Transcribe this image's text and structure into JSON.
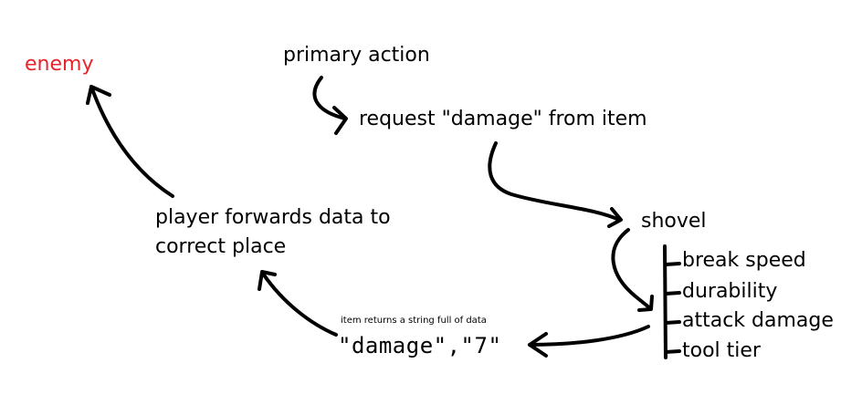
{
  "labels": {
    "enemy": "enemy",
    "primary_action": "primary action",
    "request": "request \"damage\" from item",
    "shovel": "shovel",
    "player_line1": "player forwards data to",
    "player_line2": "correct place",
    "item_returns": "item returns a string full of data",
    "data_string": "\"damage\",\"7\""
  },
  "shovel_properties": [
    "break speed",
    "durability",
    "attack damage",
    "tool tier"
  ],
  "colors": {
    "enemy": "#e8232b",
    "ink": "#000000",
    "background": "#ffffff"
  }
}
